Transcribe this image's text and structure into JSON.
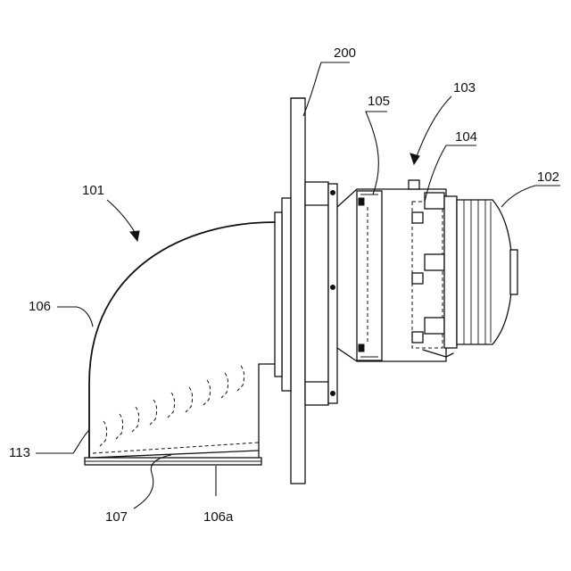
{
  "labels": {
    "l200": "200",
    "l105": "105",
    "l103": "103",
    "l104": "104",
    "l102": "102",
    "l101": "101",
    "l106": "106",
    "l113": "113",
    "l107": "107",
    "l106a": "106a"
  }
}
